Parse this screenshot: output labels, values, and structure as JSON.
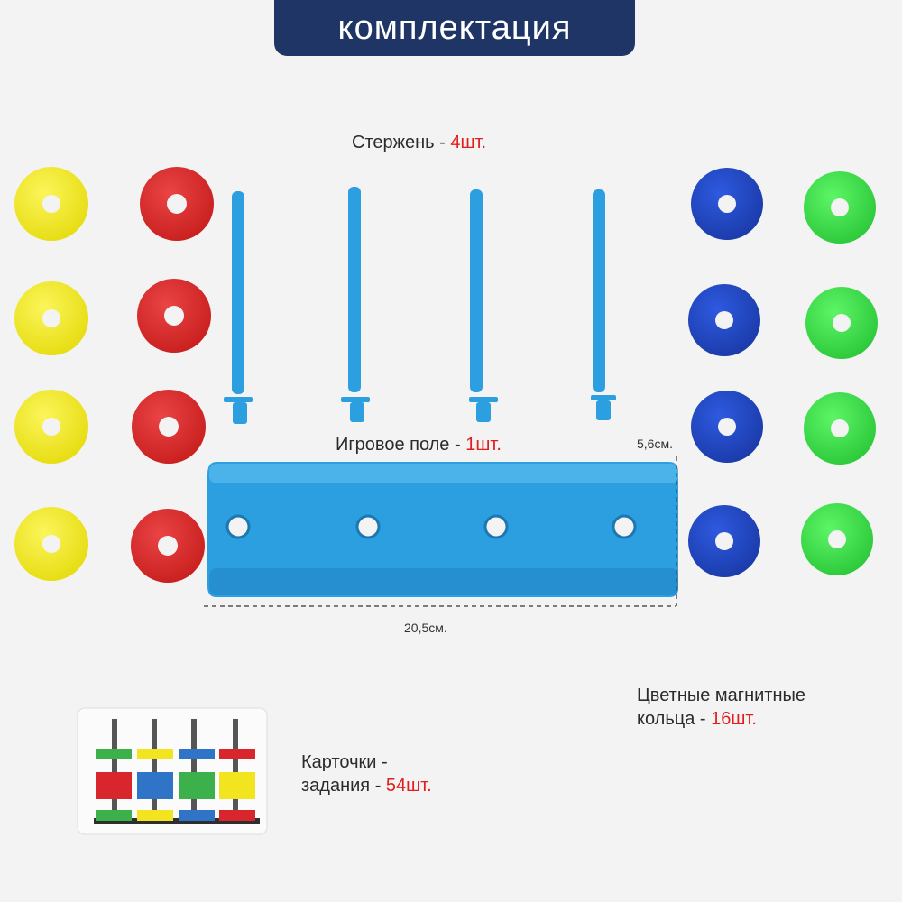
{
  "header": {
    "title": "комплектация"
  },
  "labels": {
    "rods": {
      "text": "Стержень - ",
      "count": "4шт."
    },
    "board": {
      "text": "Игровое поле - ",
      "count": "1шт."
    },
    "rings_line1": "Цветные магнитные",
    "rings_line2": "кольца - ",
    "rings_count": "16шт.",
    "cards_line1": "Карточки -",
    "cards_line2": "задания - ",
    "cards_count": "54шт."
  },
  "dimensions": {
    "height": "5,6см.",
    "width": "20,5см."
  },
  "colors": {
    "header_bg": "#1f3566",
    "accent_red": "#e21d1d",
    "ring_yellow": "#f2ea1d",
    "ring_red": "#d92626",
    "ring_blue": "#1f45c4",
    "ring_green": "#3fe04a",
    "rod_blue": "#2c9fe0"
  }
}
